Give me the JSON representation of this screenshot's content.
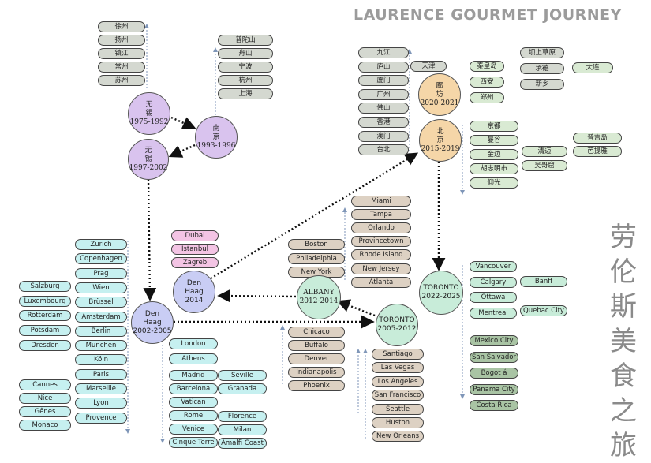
{
  "title": "LAURENCE GOURMET JOURNEY",
  "vertical_title": [
    "劳",
    "伦",
    "斯",
    "美",
    "食",
    "之",
    "旅"
  ],
  "colors": {
    "green": "#d9ead3",
    "purple": "#d9c3ee",
    "orange": "#f5d6a8",
    "pink": "#f3c4e4",
    "cyan": "#c6f0f0",
    "blue": "#c9cdf4",
    "mint": "#c8ecd9",
    "tan": "#ddd1c3",
    "darkgreen": "#a9c4a4",
    "gray": "#d4d8d0"
  },
  "nodes": [
    {
      "id": "wuxi1",
      "lines": [
        "无",
        "锡",
        "1975-1992"
      ],
      "color": "purple"
    },
    {
      "id": "nanjing",
      "lines": [
        "南",
        "京",
        "1993-1996"
      ],
      "color": "purple"
    },
    {
      "id": "wuxi2",
      "lines": [
        "无",
        "锡",
        "1997-2002"
      ],
      "color": "purple"
    },
    {
      "id": "denhaag1",
      "lines": [
        "Den",
        "Haag",
        "2002-2005"
      ],
      "color": "blue"
    },
    {
      "id": "denhaag2",
      "lines": [
        "Den",
        "Haag",
        "2014"
      ],
      "color": "blue"
    },
    {
      "id": "albany",
      "lines": [
        "ALBANY",
        "2012-2014"
      ],
      "color": "mint"
    },
    {
      "id": "toronto1",
      "lines": [
        "TORONTO",
        "2005-2012"
      ],
      "color": "mint"
    },
    {
      "id": "toronto2",
      "lines": [
        "TORONTO",
        "2022-2025"
      ],
      "color": "mint"
    },
    {
      "id": "langfang",
      "lines": [
        "廊",
        "坊",
        "2020-2021"
      ],
      "color": "orange"
    },
    {
      "id": "beijing",
      "lines": [
        "北",
        "京",
        "2015-2019"
      ],
      "color": "orange"
    }
  ],
  "groups": {
    "wuxi1_cities": [
      "徐州",
      "扬州",
      "镇江",
      "常州",
      "苏州"
    ],
    "nanjing_cities": [
      "普陀山",
      "舟山",
      "宁波",
      "杭州",
      "上海"
    ],
    "china_south": [
      "九江",
      "庐山",
      "厦门",
      "广州",
      "佛山",
      "香港",
      "澳门",
      "台北"
    ],
    "china_north_a": [
      "天津"
    ],
    "china_north_b": [
      "秦皇岛",
      "西安",
      "郑州"
    ],
    "china_north_c": [
      "坝上草原",
      "承德",
      "新乡"
    ],
    "china_north_d": [
      "大连"
    ],
    "beijing_a": [
      "京都",
      "曼谷",
      "金边",
      "胡志明市",
      "仰光"
    ],
    "beijing_b": [
      "清迈",
      "吴哥窟"
    ],
    "beijing_c": [
      "普吉岛",
      "芭提雅"
    ],
    "denhaag2_cities": [
      "Dubai",
      "Istanbul",
      "Zagreb"
    ],
    "europe_col1": [
      "Salzburg",
      "Luxembourg",
      "Rotterdam",
      "Potsdam",
      "Dresden"
    ],
    "europe_col2": [
      "Zurich",
      "Copenhagen",
      "Prag",
      "Wien",
      "Brüssel",
      "Amsterdam",
      "Berlin",
      "München",
      "Köln",
      "Paris",
      "Marseille",
      "Lyon",
      "Provence"
    ],
    "europe_col0": [
      "Cannes",
      "Nice",
      "Gênes",
      "Monaco"
    ],
    "europe_south_a": [
      "London",
      "Athens",
      "Madrid",
      "Barcelona",
      "Vatican",
      "Rome",
      "Venice",
      "Cinque Terre"
    ],
    "europe_south_b": [
      "Seville",
      "Granada",
      "Florence",
      "Milan",
      "Amalfi Coast"
    ],
    "albany_top": [
      "Boston",
      "Philadelphia",
      "New York"
    ],
    "albany_bottom": [
      "Chicaco",
      "Buffalo",
      "Denver",
      "Indianapolis",
      "Phoenix"
    ],
    "us_east": [
      "Miami",
      "Tampa",
      "Orlando",
      "Provincetown",
      "Rhode Island",
      "New Jersey",
      "Atlanta"
    ],
    "toronto1_cities": [
      "Santiago",
      "Las Vegas",
      "Los Angeles",
      "San Francisco",
      "Seattle",
      "Huston",
      "New Orleans"
    ],
    "canada_a": [
      "Vancouver",
      "Calgary",
      "Ottawa",
      "Mentreal"
    ],
    "canada_b": [
      "Banff",
      "Quebac City"
    ],
    "latam": [
      "Mexico City",
      "San Salvador",
      "Bogot á",
      "Panama City",
      "Costa Rica"
    ]
  }
}
